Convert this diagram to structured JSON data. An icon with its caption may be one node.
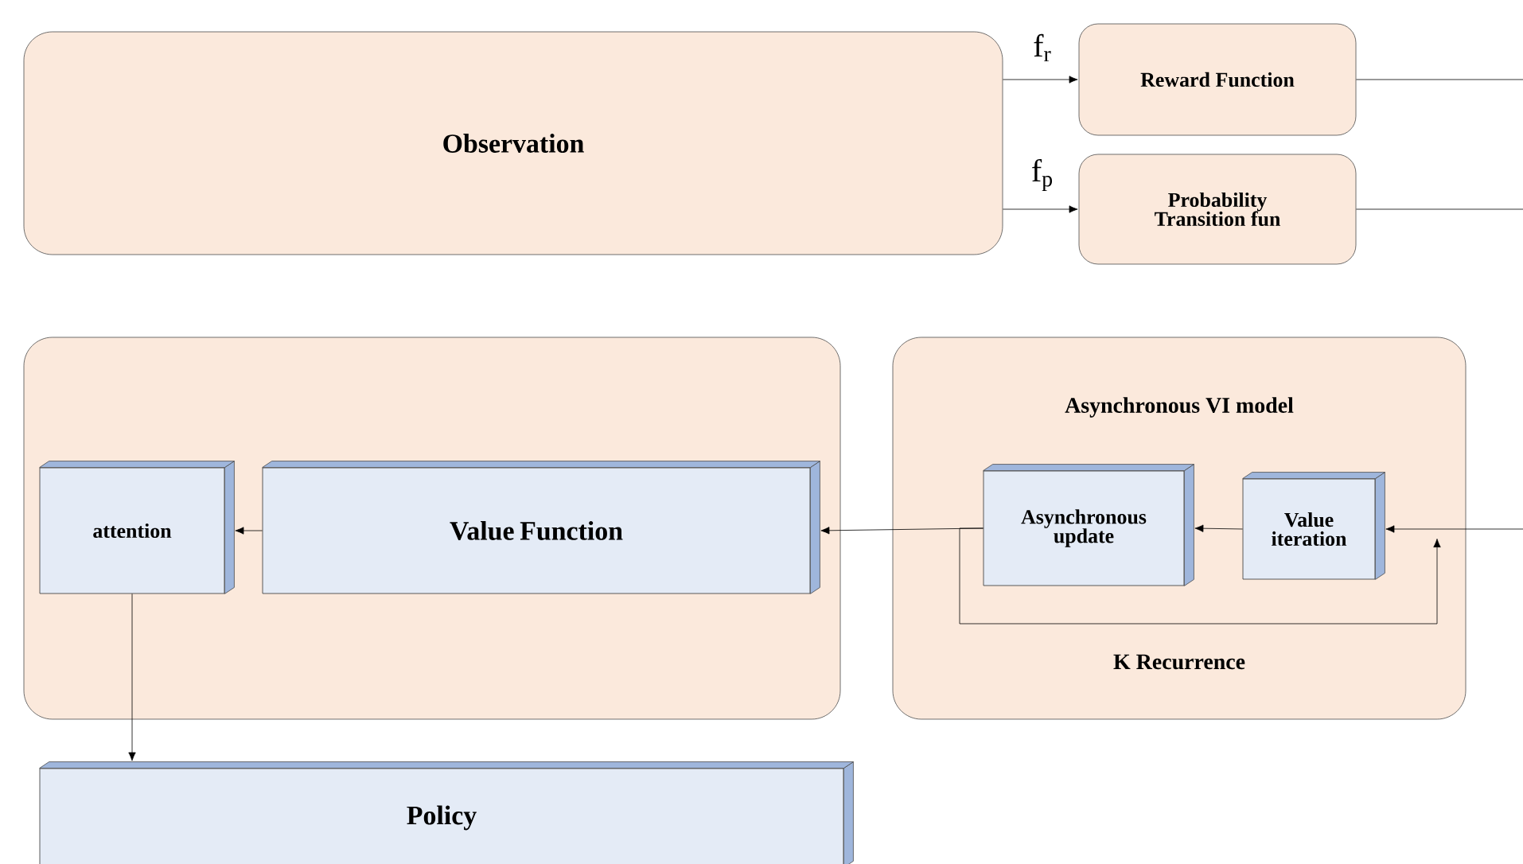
{
  "diagram": {
    "nodes": [
      {
        "text": [
          "Observation"
        ]
      },
      {
        "text": [
          "Reward Function"
        ]
      },
      {
        "text": [
          "Probability Transition fun"
        ]
      },
      {
        "text": [],
        "shape": "box"
      },
      {
        "text": [
          "attention"
        ],
        "in": 3
      },
      {
        "text": [
          "Value Function"
        ],
        "in": 3
      },
      {
        "text": [
          "Asynchronous VI model",
          "K Recurrence"
        ]
      },
      {
        "text": [
          "Asynchronous update"
        ],
        "in": 6
      },
      {
        "text": [
          "Value iteration"
        ],
        "in": 6
      },
      {
        "text": [
          "Policy"
        ]
      }
    ],
    "edges": [
      {
        "from": 0,
        "to": 1,
        "arrow": "to",
        "label": "f$_{r}$"
      },
      {
        "from": 0,
        "to": 2,
        "arrow": "to",
        "label": "f$_{p}$"
      },
      {
        "from": 1,
        "to": null,
        "arrow": "none"
      },
      {
        "from": 2,
        "to": null,
        "arrow": "none"
      },
      {
        "from": null,
        "to": 8,
        "arrow": "to"
      },
      {
        "from": 8,
        "to": 7,
        "arrow": "to"
      },
      {
        "from": 7,
        "to": 5,
        "arrow": "to"
      },
      {
        "from": 5,
        "to": 4,
        "arrow": "to"
      },
      {
        "from": 4,
        "to": 9,
        "arrow": "to"
      },
      {
        "from": 7,
        "to": 8,
        "arrow": "to"
      }
    ]
  }
}
